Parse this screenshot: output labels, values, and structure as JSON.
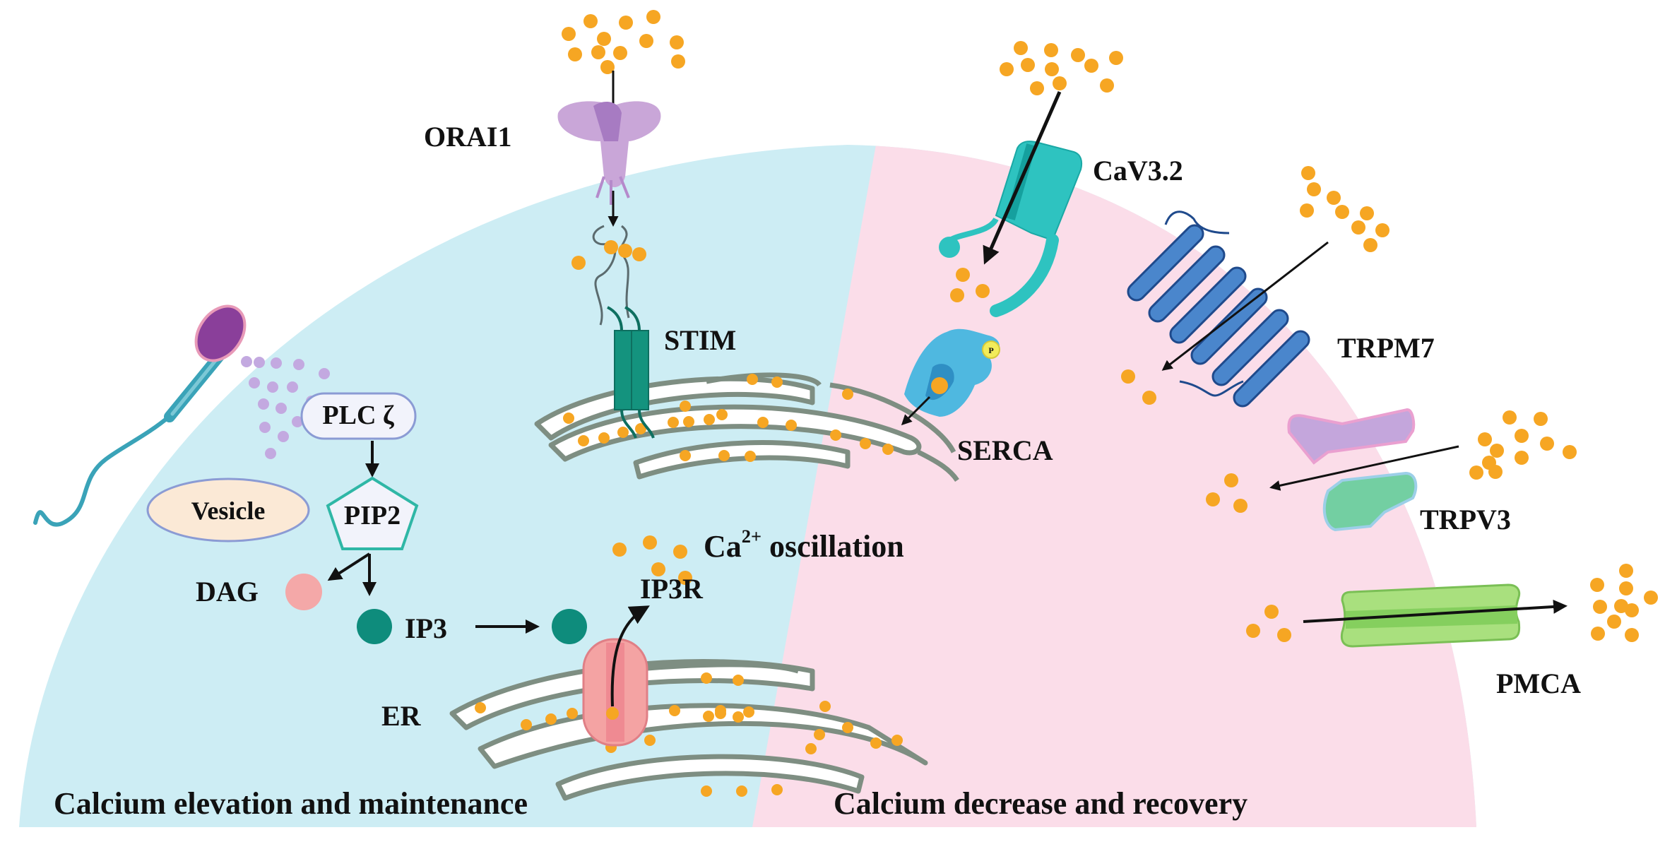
{
  "figure": {
    "title": "Calcium signaling at oocyte activation",
    "colors": {
      "cytoplasm_elevation": "#cdedf4",
      "cytoplasm_recovery": "#fbdde9",
      "calcium_ion": "#f6a623",
      "er_membrane": "#7e8e82",
      "stim": "#14937e",
      "ip3": "#0e8c7c",
      "dag": "#f4a8a8",
      "ip3r": "#f4a3a3",
      "orai1": "#c9a6d8",
      "cav32": "#2ec3c0",
      "trpm7": "#4a86cc",
      "serca": "#4fb8e0",
      "trpv3_top": "#c4a6dc",
      "trpv3_bottom": "#73cfa2",
      "pmca": "#a9e07e",
      "sperm": "#3aa3b8",
      "sperm_head": "#8a3f9a",
      "plc_dots": "#c3a9e0",
      "vesicle_fill": "#fbe9d6",
      "box_fill": "#f2f3fb",
      "box_border": "#8b9bd4",
      "pip2_border": "#2fb7a6"
    }
  },
  "sections": {
    "left": {
      "label": "Calcium elevation and maintenance"
    },
    "right": {
      "label": "Calcium decrease and recovery"
    }
  },
  "channels": {
    "orai1": "ORAI1",
    "stim": "STIM",
    "cav32": "CaV3.2",
    "trpm7": "TRPM7",
    "serca": "SERCA",
    "serca_p": "P",
    "trpv3": "TRPV3",
    "pmca": "PMCA",
    "ip3r": "IP3R"
  },
  "pathway": {
    "plc": "PLC ζ",
    "vesicle": "Vesicle",
    "pip2": "PIP2",
    "dag": "DAG",
    "ip3": "IP3",
    "er": "ER",
    "oscillation_prefix": "Ca",
    "oscillation_sup": "2+",
    "oscillation_suffix": " oscillation"
  }
}
